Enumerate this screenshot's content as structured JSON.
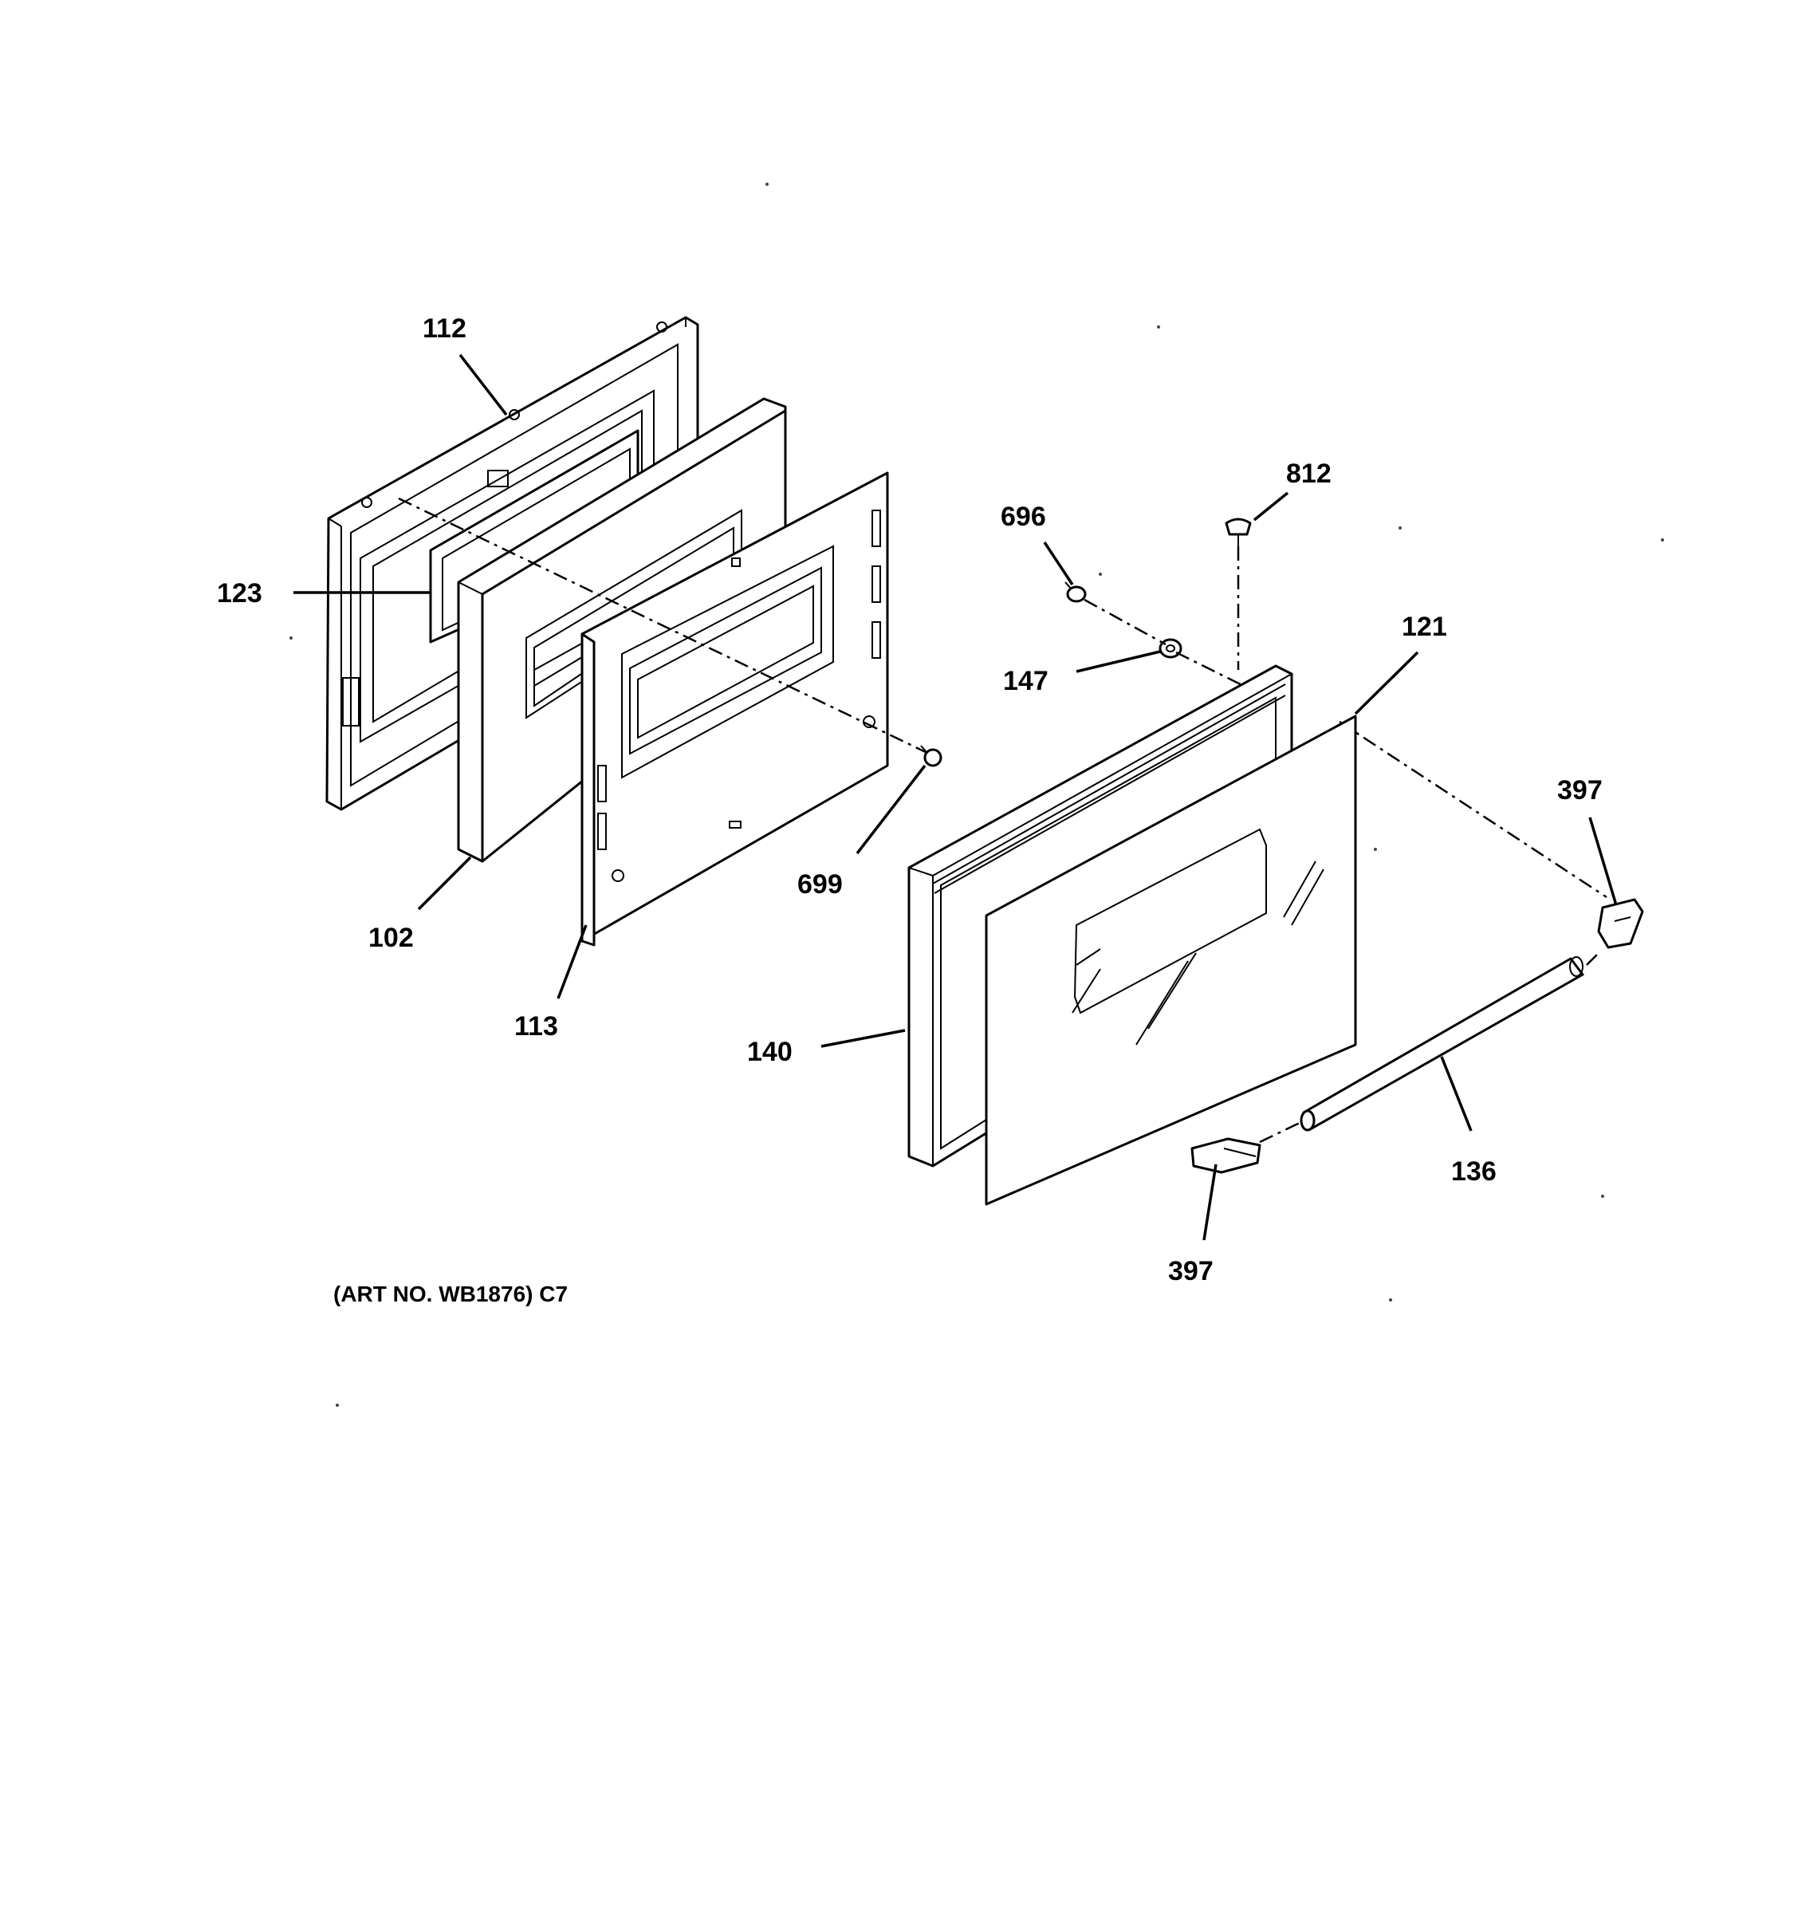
{
  "diagram": {
    "callouts": {
      "c112": "112",
      "c123": "123",
      "c102": "102",
      "c113": "113",
      "c699": "699",
      "c696": "696",
      "c812": "812",
      "c147": "147",
      "c121": "121",
      "c397_top": "397",
      "c140": "140",
      "c136": "136",
      "c397_bottom": "397"
    },
    "art_number": "(ART NO. WB1876) C7"
  }
}
